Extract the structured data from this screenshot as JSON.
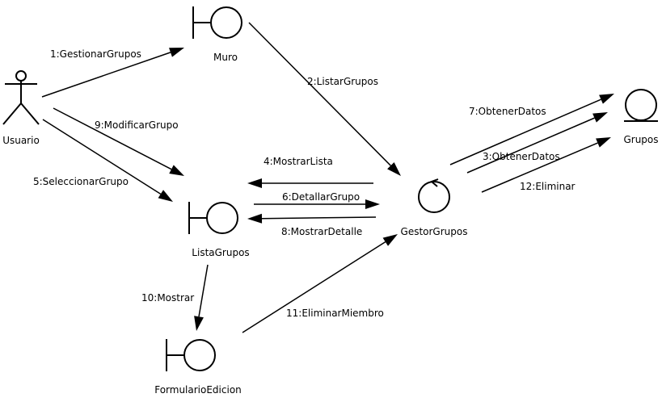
{
  "diagram": {
    "actor": {
      "name": "Usuario",
      "icon": "stick-figure-icon"
    },
    "boundaries": {
      "muro": {
        "name": "Muro",
        "icon": "boundary-icon"
      },
      "lista": {
        "name": "ListaGrupos",
        "icon": "boundary-icon"
      },
      "formulario": {
        "name": "FormularioEdicion",
        "icon": "boundary-icon"
      }
    },
    "control": {
      "name": "GestorGrupos",
      "icon": "control-icon"
    },
    "entity": {
      "name": "Grupos",
      "icon": "entity-icon"
    },
    "messages": {
      "m1": "1:GestionarGrupos",
      "m2": "2:ListarGrupos",
      "m3": "3:ObtenerDatos",
      "m4": "4:MostrarLista",
      "m5": "5:SeleccionarGrupo",
      "m6": "6:DetallarGrupo",
      "m7": "7:ObtenerDatos",
      "m8": "8:MostrarDetalle",
      "m9": "9:ModificarGrupo",
      "m10": "10:Mostrar",
      "m11": "11:EliminarMiembro",
      "m12": "12:Eliminar"
    },
    "colors": {
      "stroke": "#000000",
      "background": "#ffffff"
    }
  }
}
